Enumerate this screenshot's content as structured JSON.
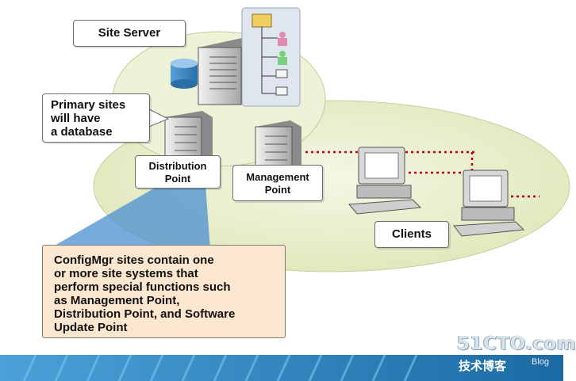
{
  "labels": {
    "site_server": "Site Server",
    "primary_sites": "Primary sites\nwill have\na database",
    "distribution_point": "Distribution\nPoint",
    "management_point": "Management\nPoint",
    "clients": "Clients"
  },
  "info_box": {
    "text": "ConfigMgr sites contain one\nor more site systems that\nperform special functions such\nas Management Point,\nDistribution Point, and Software\nUpdate Point"
  },
  "watermark": {
    "main": "51CTO.com",
    "sub": "技术博客",
    "blog": "Blog"
  },
  "colors": {
    "ellipse_fill": "#e9efcb",
    "info_fill": "#fbe6cf",
    "link_line": "#c0001a",
    "footer_band": "#2a7fb6"
  },
  "icons": {
    "server": "server-tower-icon",
    "database": "database-cylinder-icon",
    "client": "desktop-computer-icon",
    "tree": "hierarchy-tree-icon"
  }
}
